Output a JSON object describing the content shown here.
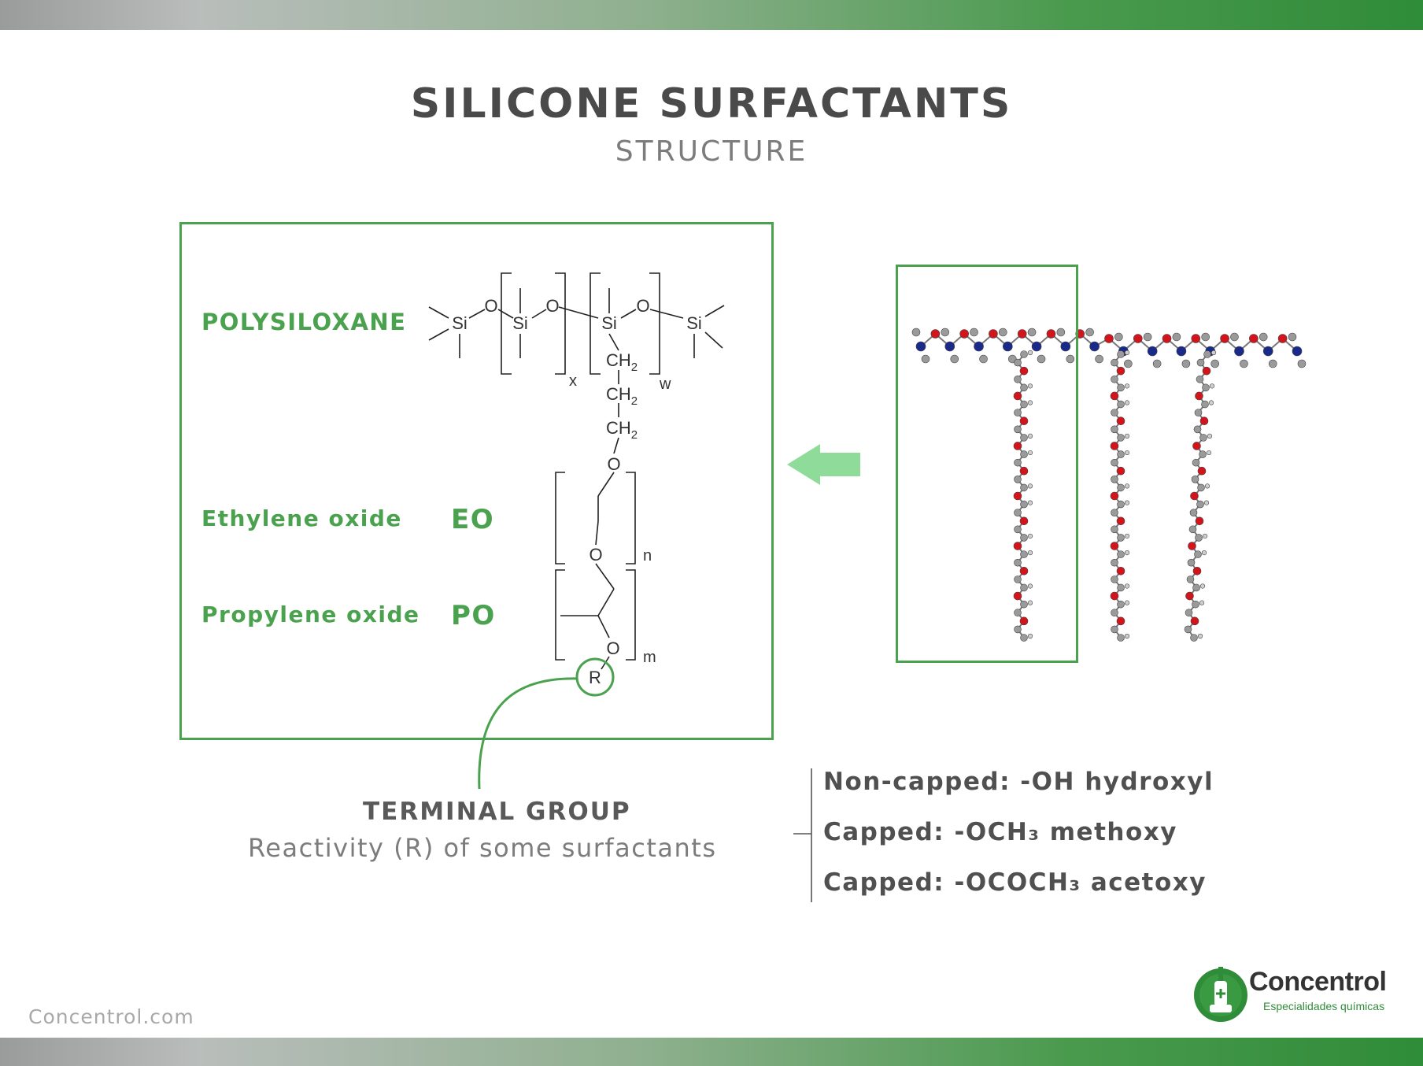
{
  "header": {
    "title": "SILICONE SURFACTANTS",
    "subtitle": "STRUCTURE"
  },
  "formula": {
    "polysiloxane_label": "POLYSILOXANE",
    "eo_name": "Ethylene oxide",
    "eo_abbr": "EO",
    "po_name": "Propylene oxide",
    "po_abbr": "PO",
    "atoms": {
      "si": "Si",
      "o": "O",
      "ch": "CH",
      "sub2": "2",
      "r": "R",
      "x": "x",
      "w": "w",
      "n": "n",
      "m": "m"
    }
  },
  "terminal": {
    "title": "TERMINAL GROUP",
    "subtitle": "Reactivity (R) of some surfactants"
  },
  "caps": [
    "Non-capped: -OH hydroxyl",
    "Capped: -OCH₃ methoxy",
    "Capped: -OCOCH₃ acetoxy"
  ],
  "footer": {
    "url": "Concentrol.com"
  },
  "logo": {
    "name": "Concentrol",
    "tagline": "Especialidades químicas"
  },
  "colors": {
    "accent": "#4aa24f",
    "arrow": "#8fdb9a",
    "oxygen": "#d4141b",
    "silicon": "#1a2a8a",
    "carbon": "#9a9a9a"
  }
}
